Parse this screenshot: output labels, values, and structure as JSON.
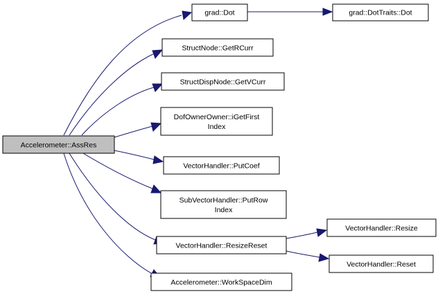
{
  "graph": {
    "edge_color": "#191970",
    "root_fill": "#bfbfbf",
    "nodes": {
      "root": {
        "lines": [
          "Accelerometer::AssRes"
        ]
      },
      "grad_dot": {
        "lines": [
          "grad::Dot"
        ]
      },
      "grad_dottraits_dot": {
        "lines": [
          "grad::DotTraits::Dot"
        ]
      },
      "structnode_getrcurr": {
        "lines": [
          "StructNode::GetRCurr"
        ]
      },
      "structdispnode_getvcurr": {
        "lines": [
          "StructDispNode::GetVCurr"
        ]
      },
      "dofownerowner_igetfirstindex": {
        "lines": [
          "DofOwnerOwner::iGetFirst",
          "Index"
        ]
      },
      "vectorhandler_putcoef": {
        "lines": [
          "VectorHandler::PutCoef"
        ]
      },
      "subvectorhandler_putrowindex": {
        "lines": [
          "SubVectorHandler::PutRow",
          "Index"
        ]
      },
      "vectorhandler_resizereset": {
        "lines": [
          "VectorHandler::ResizeReset"
        ]
      },
      "vectorhandler_resize": {
        "lines": [
          "VectorHandler::Resize"
        ]
      },
      "vectorhandler_reset": {
        "lines": [
          "VectorHandler::Reset"
        ]
      },
      "accelerometer_workspacedim": {
        "lines": [
          "Accelerometer::WorkSpaceDim"
        ]
      }
    }
  }
}
